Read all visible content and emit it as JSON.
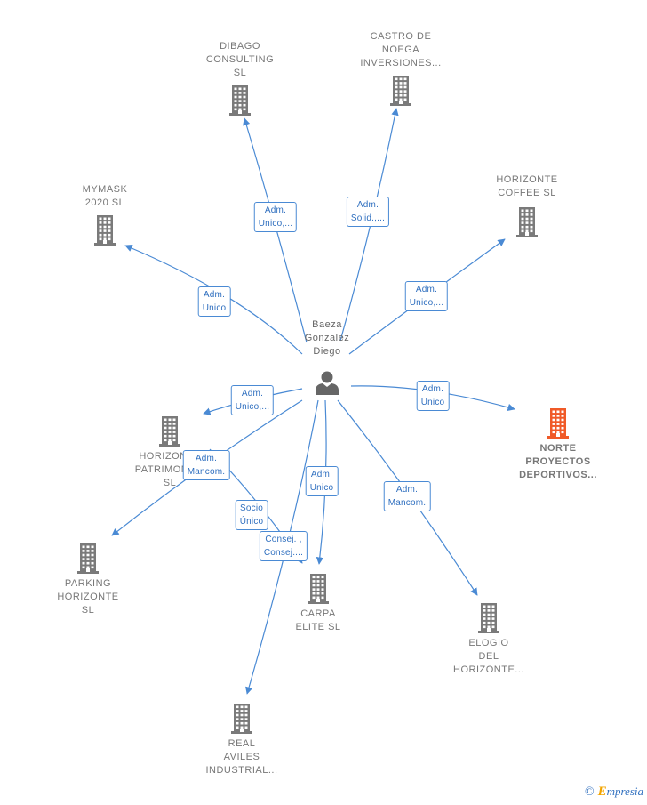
{
  "center": {
    "name_lines": [
      "Baeza",
      "Gonzalez",
      "Diego"
    ],
    "icon": "person-icon"
  },
  "companies": [
    {
      "key": "dibago",
      "lines": [
        "DIBAGO",
        "CONSULTING",
        "SL"
      ],
      "label_above": true,
      "highlight": false
    },
    {
      "key": "castro",
      "lines": [
        "CASTRO DE",
        "NOEGA",
        "INVERSIONES..."
      ],
      "label_above": true,
      "highlight": false
    },
    {
      "key": "mymask",
      "lines": [
        "MYMASK",
        "2020  SL"
      ],
      "label_above": true,
      "highlight": false
    },
    {
      "key": "horizonte-coffee",
      "lines": [
        "HORIZONTE",
        "COFFEE  SL"
      ],
      "label_above": true,
      "highlight": false
    },
    {
      "key": "norte",
      "lines": [
        "NORTE",
        "PROYECTOS",
        "DEPORTIVOS..."
      ],
      "label_above": false,
      "highlight": true
    },
    {
      "key": "horizonte-patrimonial",
      "lines": [
        "HORIZONTE",
        "PATRIMONIAL",
        "SL"
      ],
      "label_above": false,
      "highlight": false
    },
    {
      "key": "parking",
      "lines": [
        "PARKING",
        "HORIZONTE",
        "SL"
      ],
      "label_above": false,
      "highlight": false
    },
    {
      "key": "carpa",
      "lines": [
        "CARPA",
        "ELITE  SL"
      ],
      "label_above": false,
      "highlight": false
    },
    {
      "key": "elogio",
      "lines": [
        "ELOGIO",
        "DEL",
        "HORIZONTE..."
      ],
      "label_above": false,
      "highlight": false
    },
    {
      "key": "real-aviles",
      "lines": [
        "REAL",
        "AVILES",
        "INDUSTRIAL..."
      ],
      "label_above": false,
      "highlight": false
    }
  ],
  "relations": [
    {
      "key": "rel-dibago",
      "lines": [
        "Adm.",
        "Unico,..."
      ]
    },
    {
      "key": "rel-castro",
      "lines": [
        "Adm.",
        "Solid.,..."
      ]
    },
    {
      "key": "rel-mymask",
      "lines": [
        "Adm.",
        "Unico"
      ]
    },
    {
      "key": "rel-coffee",
      "lines": [
        "Adm.",
        "Unico,..."
      ]
    },
    {
      "key": "rel-norte",
      "lines": [
        "Adm.",
        "Unico"
      ]
    },
    {
      "key": "rel-patrimonial",
      "lines": [
        "Adm.",
        "Unico,..."
      ]
    },
    {
      "key": "rel-parking",
      "lines": [
        "Adm.",
        "Mancom."
      ]
    },
    {
      "key": "rel-carpa-socio",
      "lines": [
        "Socio",
        "Único"
      ]
    },
    {
      "key": "rel-carpa-consej",
      "lines": [
        "Consej. ,",
        "Consej...."
      ]
    },
    {
      "key": "rel-carpa-adm",
      "lines": [
        "Adm.",
        "Unico"
      ]
    },
    {
      "key": "rel-elogio",
      "lines": [
        "Adm.",
        "Mancom."
      ]
    }
  ],
  "colors": {
    "edge": "#4a8ad4",
    "building": "#7a7a7a",
    "building_highlight": "#f05a28",
    "person": "#666666"
  },
  "footer": {
    "copyright_symbol": "©",
    "brand_initial": "E",
    "brand_rest": "mpresia"
  }
}
